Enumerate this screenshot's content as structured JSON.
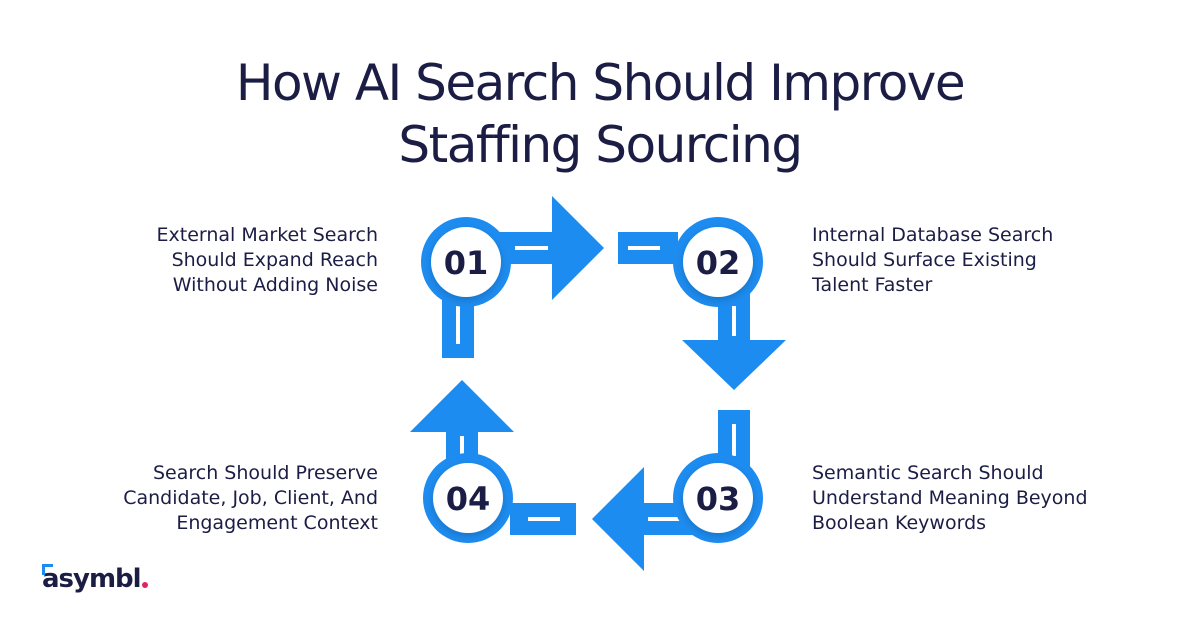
{
  "title": {
    "line1": "How AI Search Should Improve",
    "line2": "Staffing Sourcing"
  },
  "steps": [
    {
      "number": "01",
      "lines": [
        "External Market Search",
        "Should Expand Reach",
        "Without Adding Noise"
      ]
    },
    {
      "number": "02",
      "lines": [
        "Internal Database Search",
        "Should Surface Existing",
        "Talent Faster"
      ]
    },
    {
      "number": "03",
      "lines": [
        "Semantic Search Should",
        "Understand Meaning Beyond",
        "Boolean Keywords"
      ]
    },
    {
      "number": "04",
      "lines": [
        "Search Should Preserve",
        "Candidate, Job, Client, And",
        "Engagement Context"
      ]
    }
  ],
  "logo": {
    "text": "asymbl"
  },
  "colors": {
    "accent": "#1d8cf0",
    "text": "#1b1d45",
    "logo_dot": "#e0245e"
  }
}
